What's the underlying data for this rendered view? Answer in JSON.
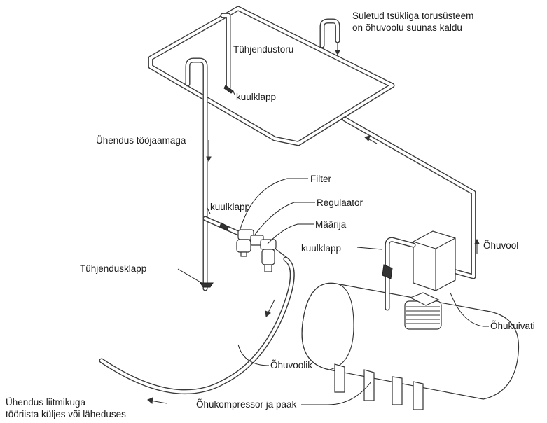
{
  "labels": {
    "closed_loop_line1": "Suletud tsükliga torusüsteem",
    "closed_loop_line2": "on õhuvoolu suunas kaldu",
    "drain_pipe": "Tühjendustoru",
    "ball_valve_top": "kuulklapp",
    "workstation_connection": "Ühendus tööjaamaga",
    "filter": "Filter",
    "ball_valve_mid": "kuulklapp",
    "regulator": "Regulaator",
    "lubricator": "Määrija",
    "ball_valve_right": "kuulklapp",
    "air_flow": "Õhuvool",
    "drain_valve": "Tühjendusklapp",
    "air_dryer": "Õhukuivati",
    "air_hose": "Õhuvoolik",
    "compressor_tank": "Õhukompressor ja paak",
    "coupler_line1": "Ühendus liitmikuga",
    "coupler_line2": "tööriista küljes või läheduses"
  },
  "colors": {
    "line": "#333333",
    "text": "#1a1a1a",
    "background": "#ffffff"
  }
}
